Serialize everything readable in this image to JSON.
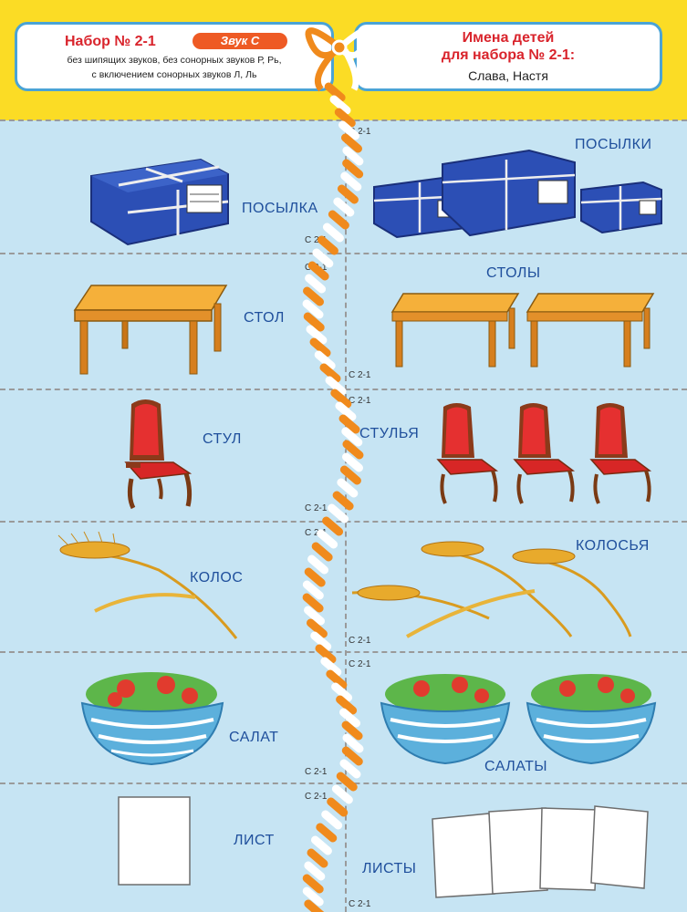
{
  "header": {
    "set_title": "Набор № 2-1",
    "sound_badge": "Звук С",
    "description_lines": [
      "без шипящих звуков, без сонорных звуков Р, Рь,",
      "с включением сонорных звуков Л, Ль"
    ],
    "names_title_lines": [
      "Имена детей",
      "для набора № 2-1:"
    ],
    "names": "Слава, Настя"
  },
  "card_code": "С 2-1",
  "cards": [
    {
      "singular": "ПОСЫЛКА",
      "plural": "ПОСЫЛКИ",
      "icon": "parcel-icon"
    },
    {
      "singular": "СТОЛ",
      "plural": "СТОЛЫ",
      "icon": "table-icon"
    },
    {
      "singular": "СТУЛ",
      "plural": "СТУЛЬЯ",
      "icon": "chair-icon"
    },
    {
      "singular": "КОЛОС",
      "plural": "КОЛОСЬЯ",
      "icon": "wheat-ear-icon"
    },
    {
      "singular": "САЛАТ",
      "plural": "САЛАТЫ",
      "icon": "salad-bowl-icon"
    },
    {
      "singular": "ЛИСТ",
      "plural": "ЛИСТЫ",
      "icon": "paper-sheet-icon"
    }
  ],
  "colors": {
    "background": "#c6e4f3",
    "header_band": "#fbdc25",
    "title_red": "#d9242c",
    "badge_orange": "#ee5a24",
    "word_blue": "#1f4f9c",
    "rope_orange": "#f08a1c"
  }
}
